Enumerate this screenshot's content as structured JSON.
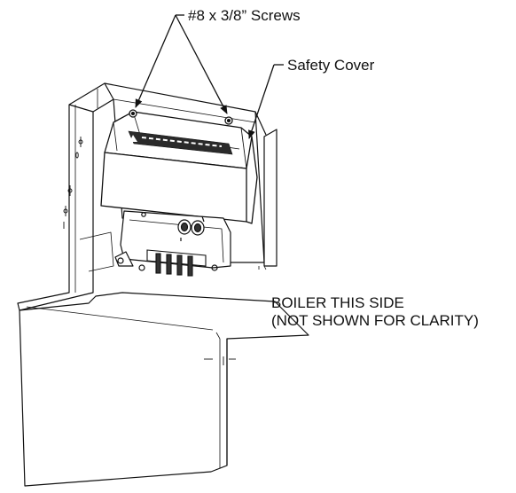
{
  "callouts": {
    "screws": "#8 x 3/8” Screws",
    "cover": "Safety Cover"
  },
  "note": {
    "line1": "BOILER THIS SIDE",
    "line2": "(NOT SHOWN FOR CLARITY)"
  },
  "colors": {
    "line": "#111111",
    "fill": "#ffffff",
    "shade": "#e6e6e6"
  }
}
